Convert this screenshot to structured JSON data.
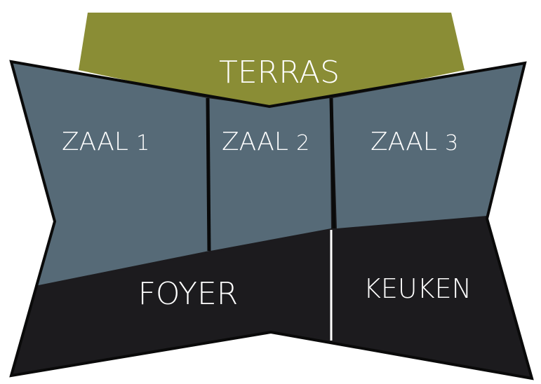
{
  "colors": {
    "terras": "#8a8d35",
    "zaal": "#566a77",
    "foyer": "#1c1b1e",
    "keuken": "#1c1b1e",
    "outline": "#0a0a0a",
    "divider_light": "#ffffff",
    "text": "#ffffff"
  },
  "rooms": {
    "terras": {
      "label": "TERRAS"
    },
    "zaal1": {
      "label": "ZAAL",
      "number": "1"
    },
    "zaal2": {
      "label": "ZAAL",
      "number": "2"
    },
    "zaal3": {
      "label": "ZAAL",
      "number": "3"
    },
    "foyer": {
      "label": "FOYER"
    },
    "keuken": {
      "label": "KEUKEN"
    }
  }
}
